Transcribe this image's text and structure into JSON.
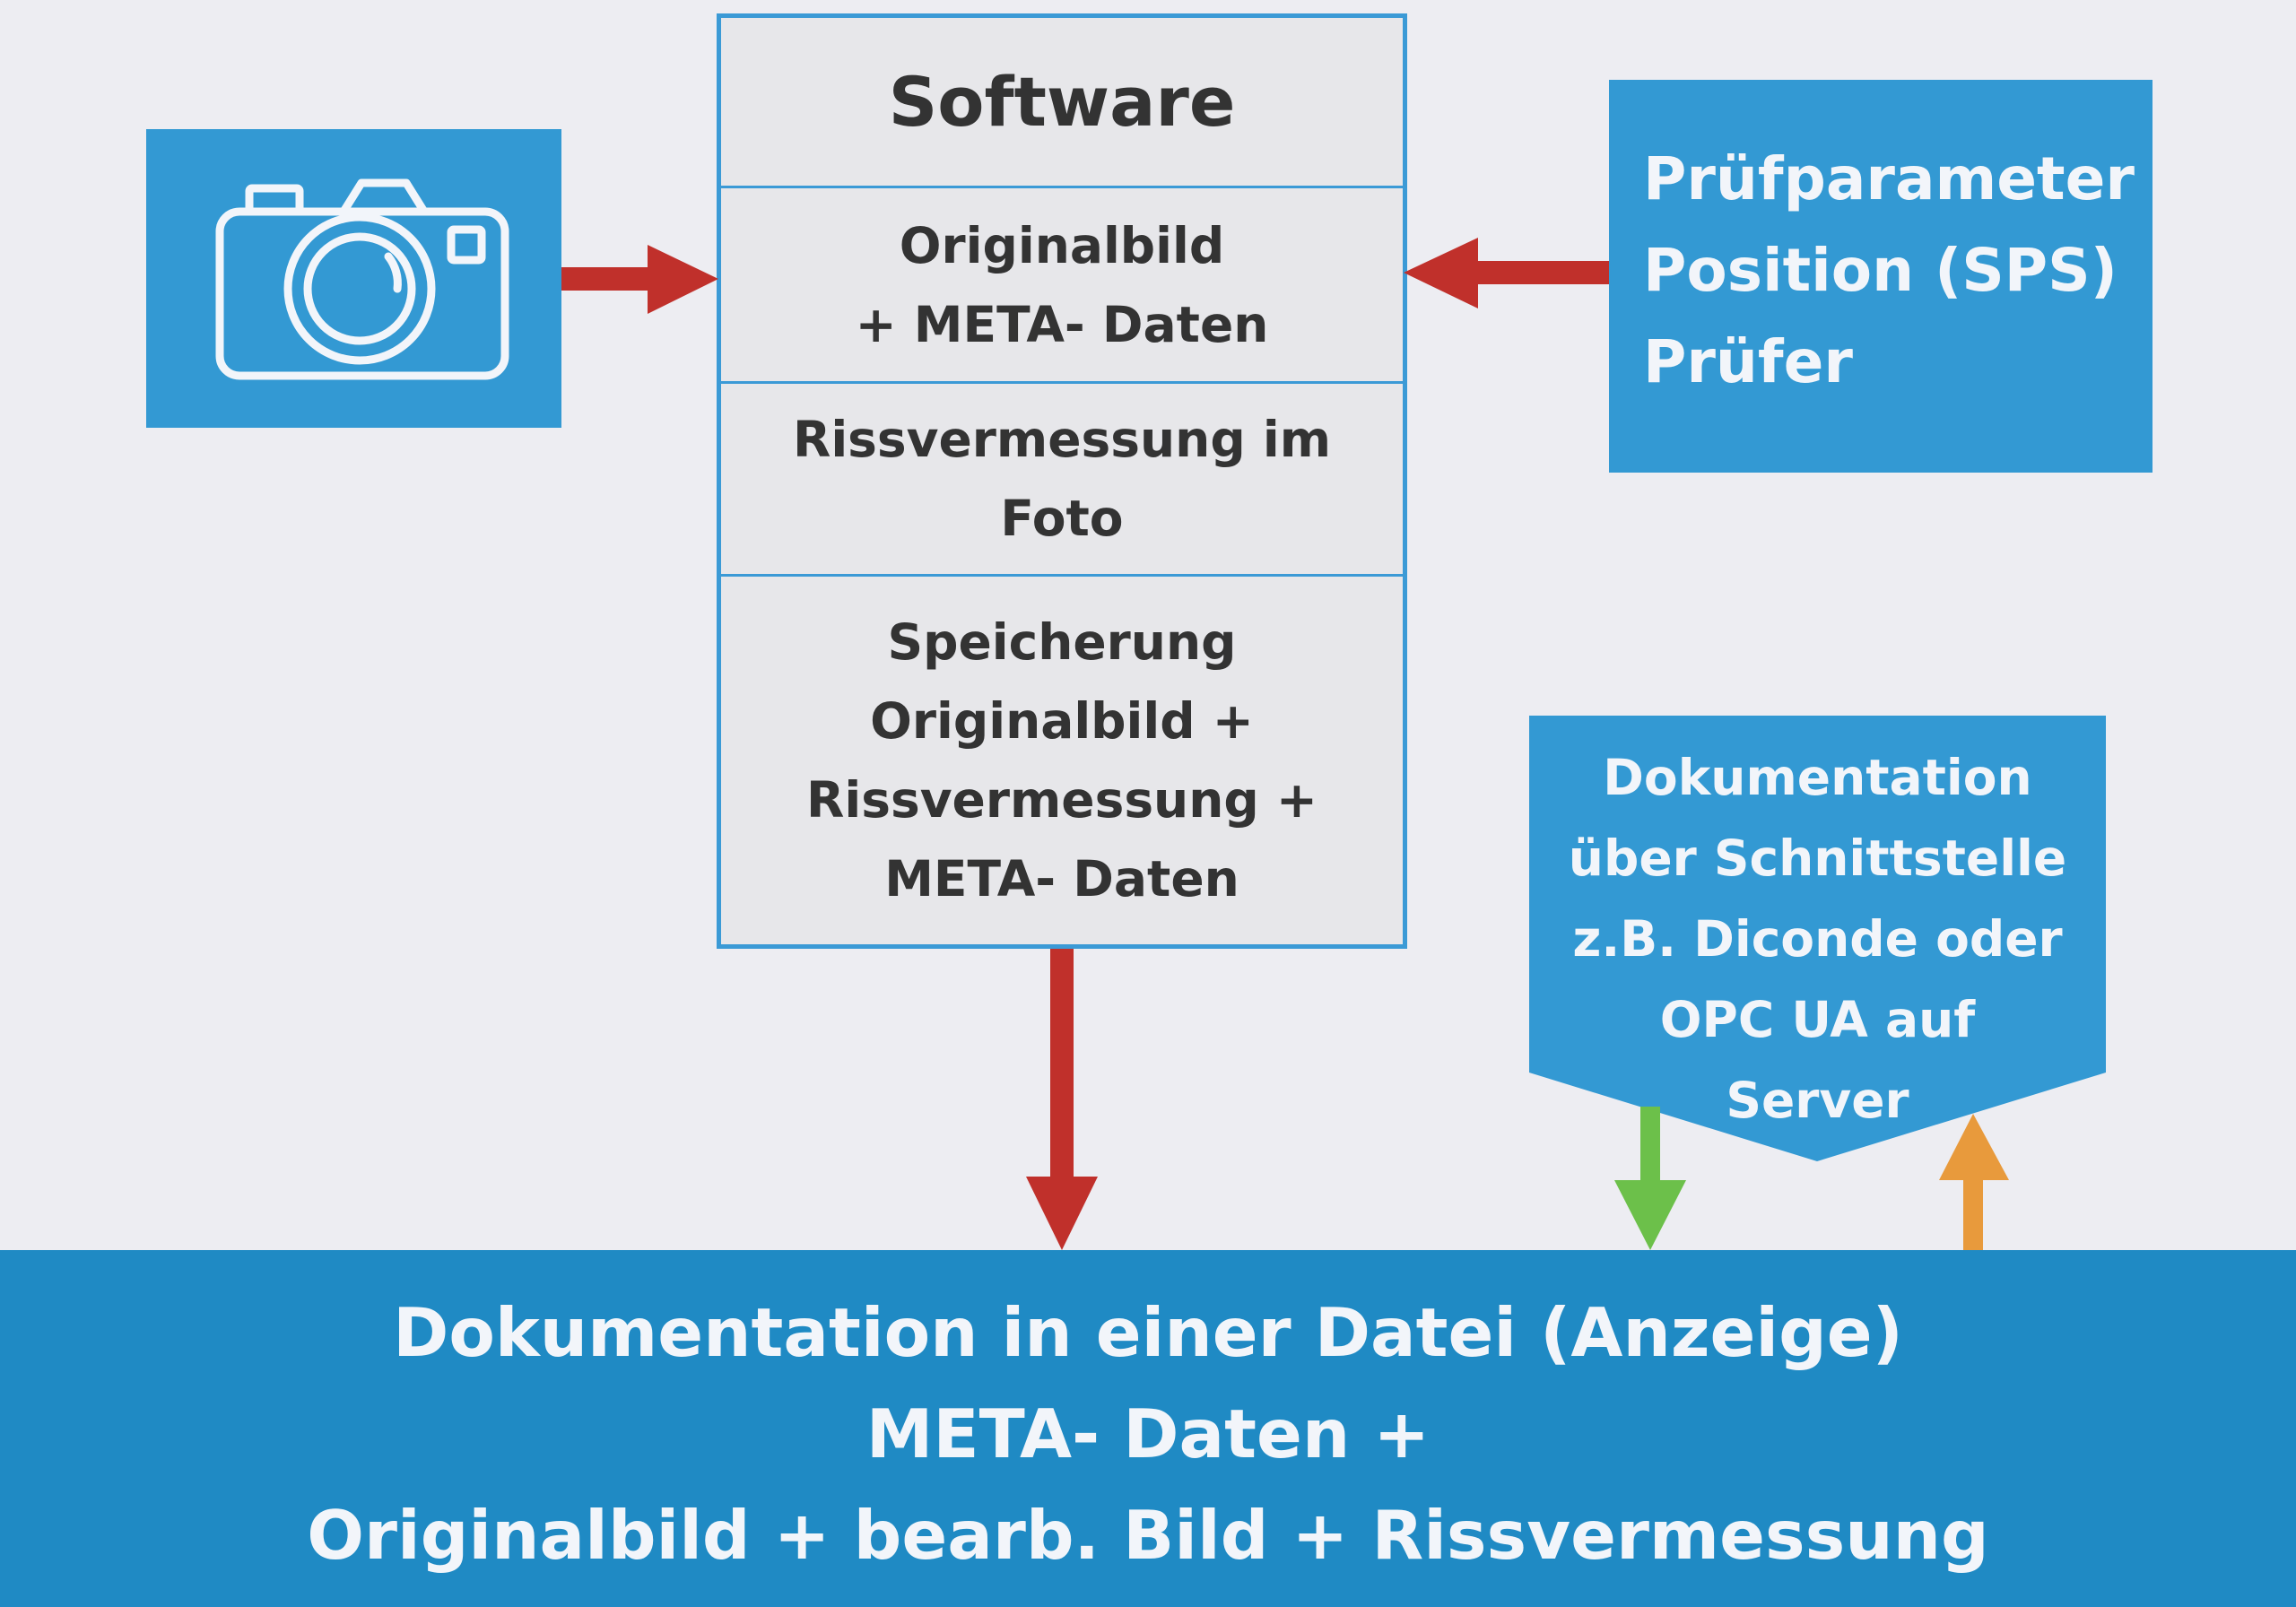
{
  "colors": {
    "box_blue": "#3399d3",
    "band_blue": "#1f8ac4",
    "software_fill": "#e7e7ea",
    "software_border": "#3b9ad6",
    "arrow_red": "#c0302b",
    "arrow_green": "#6cc04a",
    "arrow_orange": "#e89a3c",
    "text_dark": "#333333",
    "text_light": "#f2f5fa"
  },
  "camera": {
    "icon": "camera-icon"
  },
  "software": {
    "title": "Software",
    "sections": [
      "Originalbild\n+ META- Daten",
      "Rissvermessung im\nFoto",
      "Speicherung\nOriginalbild +\nRissvermessung +\nMETA- Daten"
    ]
  },
  "parameters": {
    "text": "Prüfparameter\nPosition (SPS)\nPrüfer"
  },
  "interface": {
    "text": "Dokumentation\nüber Schnittstelle\nz.B. Diconde oder\nOPC UA auf\nServer"
  },
  "documentation": {
    "text": "Dokumentation in einer Datei (Anzeige)\nMETA- Daten +\nOriginalbild + bearb. Bild + Rissvermessung"
  }
}
